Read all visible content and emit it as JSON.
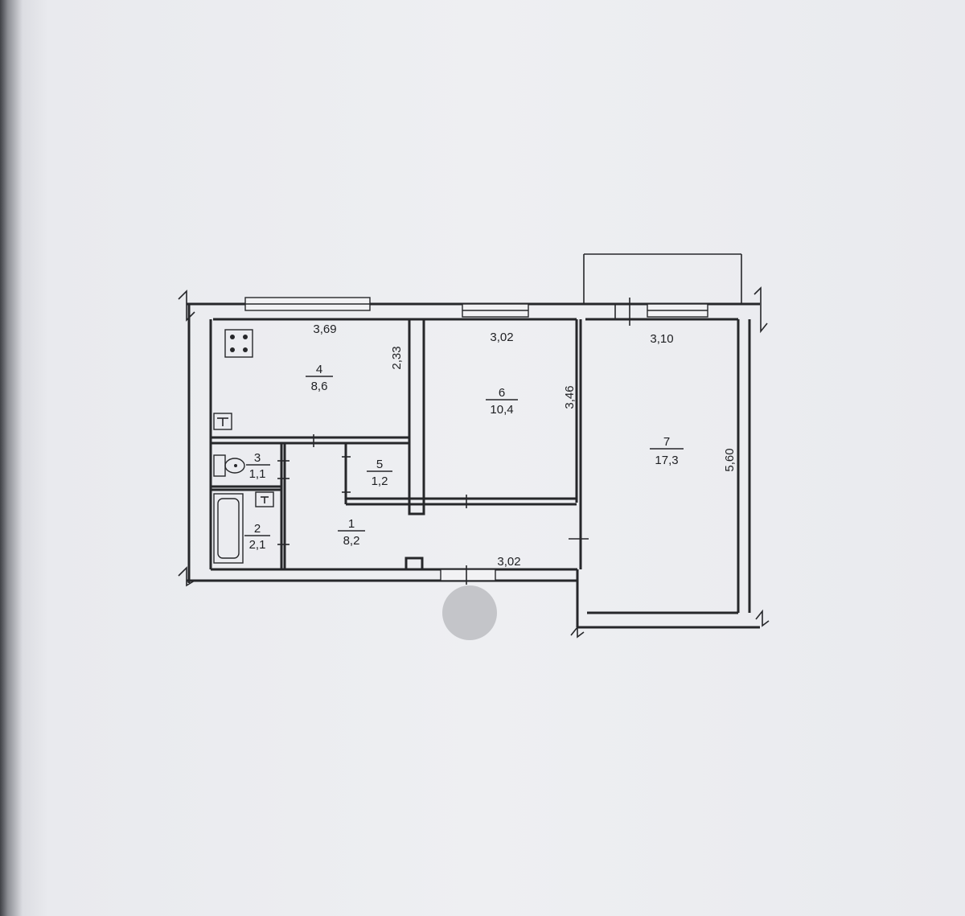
{
  "plan": {
    "rooms": [
      {
        "number": "1",
        "area": "8,2"
      },
      {
        "number": "2",
        "area": "2,1"
      },
      {
        "number": "3",
        "area": "1,1"
      },
      {
        "number": "4",
        "area": "8,6"
      },
      {
        "number": "5",
        "area": "1,2"
      },
      {
        "number": "6",
        "area": "10,4"
      },
      {
        "number": "7",
        "area": "17,3"
      }
    ],
    "dimensions": {
      "kitchen_width": "3,69",
      "kitchen_depth": "2,33",
      "room6_width": "3,02",
      "room6_depth": "3,46",
      "room7_width": "3,10",
      "room7_depth": "5,60",
      "hall_width": "3,02"
    },
    "colors": {
      "ink": "#26272a",
      "paper": "#eeeff2",
      "stamp": "#c4c5c9"
    }
  }
}
